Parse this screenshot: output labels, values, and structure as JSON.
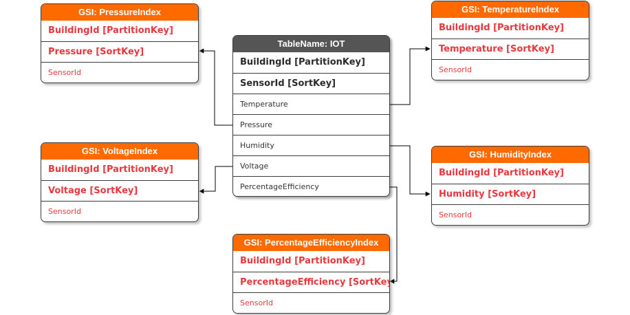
{
  "main_table": {
    "title": "TableName: IOT",
    "keys": [
      "BuildingId [PartitionKey]",
      "SensorId [SortKey]"
    ],
    "attributes": [
      "Temperature",
      "Pressure",
      "Humidity",
      "Voltage",
      "PercentageEfficiency"
    ]
  },
  "gsis": {
    "pressure": {
      "title": "GSI: PressureIndex",
      "partition": "BuildingId [PartitionKey]",
      "sort": "Pressure [SortKey]",
      "attr": "SensorId"
    },
    "temperature": {
      "title": "GSI: TemperatureIndex",
      "partition": "BuildingId [PartitionKey]",
      "sort": "Temperature [SortKey]",
      "attr": "SensorId"
    },
    "voltage": {
      "title": "GSI: VoltageIndex",
      "partition": "BuildingId [PartitionKey]",
      "sort": "Voltage [SortKey]",
      "attr": "SensorId"
    },
    "humidity": {
      "title": "GSI: HumidityIndex",
      "partition": "BuildingId [PartitionKey]",
      "sort": "Humidity [SortKey]",
      "attr": "SensorId"
    },
    "efficiency": {
      "title": "GSI: PercentageEfficiencyIndex",
      "partition": "BuildingId [PartitionKey]",
      "sort": "PercentageEfficiency [SortKey]",
      "attr": "SensorId"
    }
  },
  "colors": {
    "gsi_header": "#ff6a00",
    "main_header": "#555555",
    "gsi_text": "#e8383d",
    "line": "#000000"
  }
}
